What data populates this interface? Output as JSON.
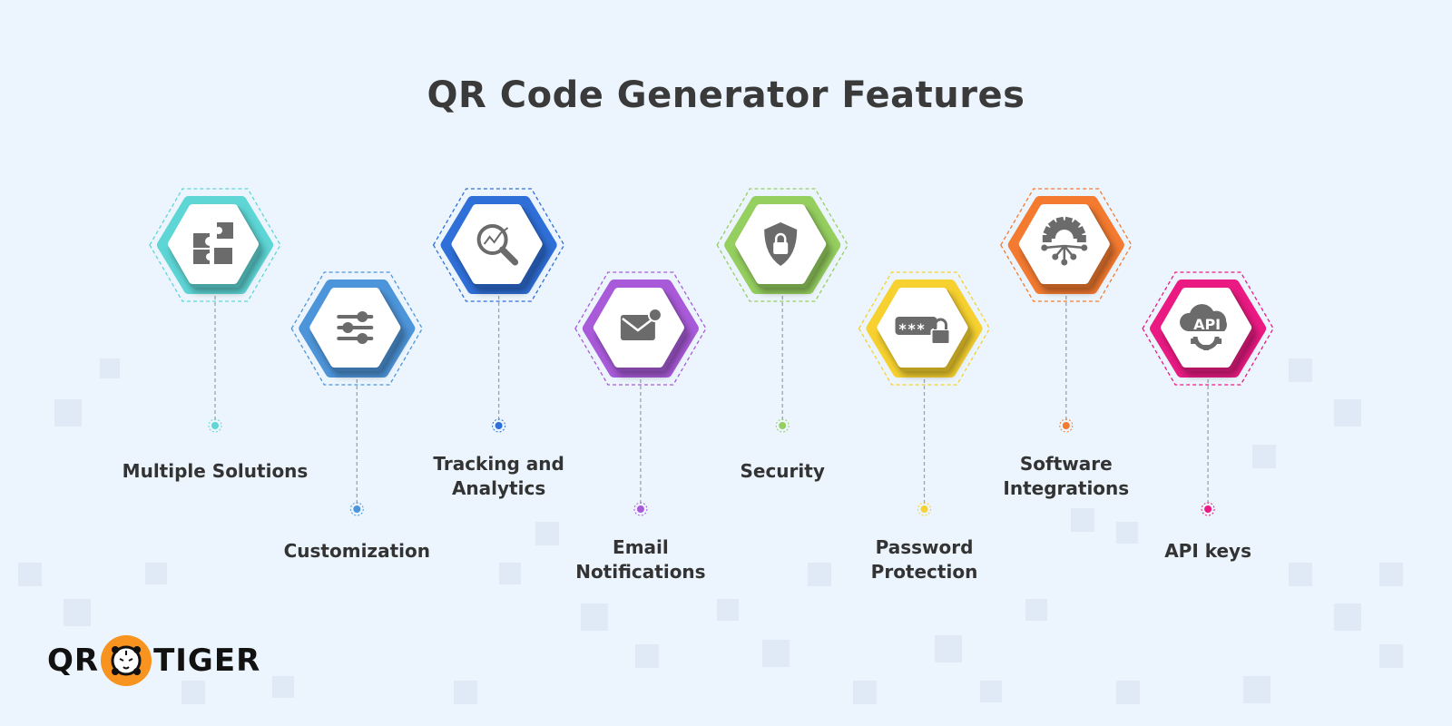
{
  "title": "QR Code Generator Features",
  "features": [
    {
      "label": "Multiple Solutions",
      "icon": "puzzle-icon",
      "color": "#5ed6d6",
      "row": "top"
    },
    {
      "label": "Customization",
      "icon": "sliders-icon",
      "color": "#4d95da",
      "row": "bottom"
    },
    {
      "label": "Tracking and\nAnalytics",
      "icon": "analytics-search-icon",
      "color": "#2f6fd8",
      "row": "top"
    },
    {
      "label": "Email\nNotifications",
      "icon": "email-notification-icon",
      "color": "#a95ad9",
      "row": "bottom"
    },
    {
      "label": "Security",
      "icon": "shield-lock-icon",
      "color": "#95cf5f",
      "row": "top"
    },
    {
      "label": "Password\nProtection",
      "icon": "password-lock-icon",
      "color": "#f6d12f",
      "row": "bottom"
    },
    {
      "label": "Software\nIntegrations",
      "icon": "gear-network-icon",
      "color": "#f47a30",
      "row": "top"
    },
    {
      "label": "API keys",
      "icon": "api-cloud-icon",
      "color": "#ea1a82",
      "row": "bottom"
    }
  ],
  "api_icon_text": "API",
  "logo": {
    "left": "QR",
    "right": "TIGER",
    "color": "#f7931e"
  }
}
